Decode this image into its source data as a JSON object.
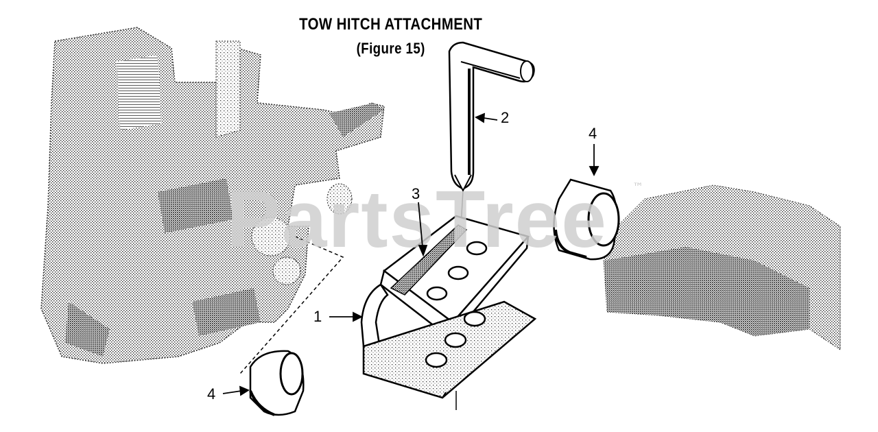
{
  "diagram": {
    "title": "TOW HITCH ATTACHMENT",
    "subtitle": "(Figure 15)",
    "watermark": "PartsTree",
    "trademark": "™",
    "callouts": [
      "1",
      "2",
      "3",
      "4",
      "4"
    ]
  },
  "colors": {
    "ink": "#000000",
    "stipple": "#1a1a1a",
    "watermark": "#d0d0d0",
    "background": "#ffffff"
  }
}
